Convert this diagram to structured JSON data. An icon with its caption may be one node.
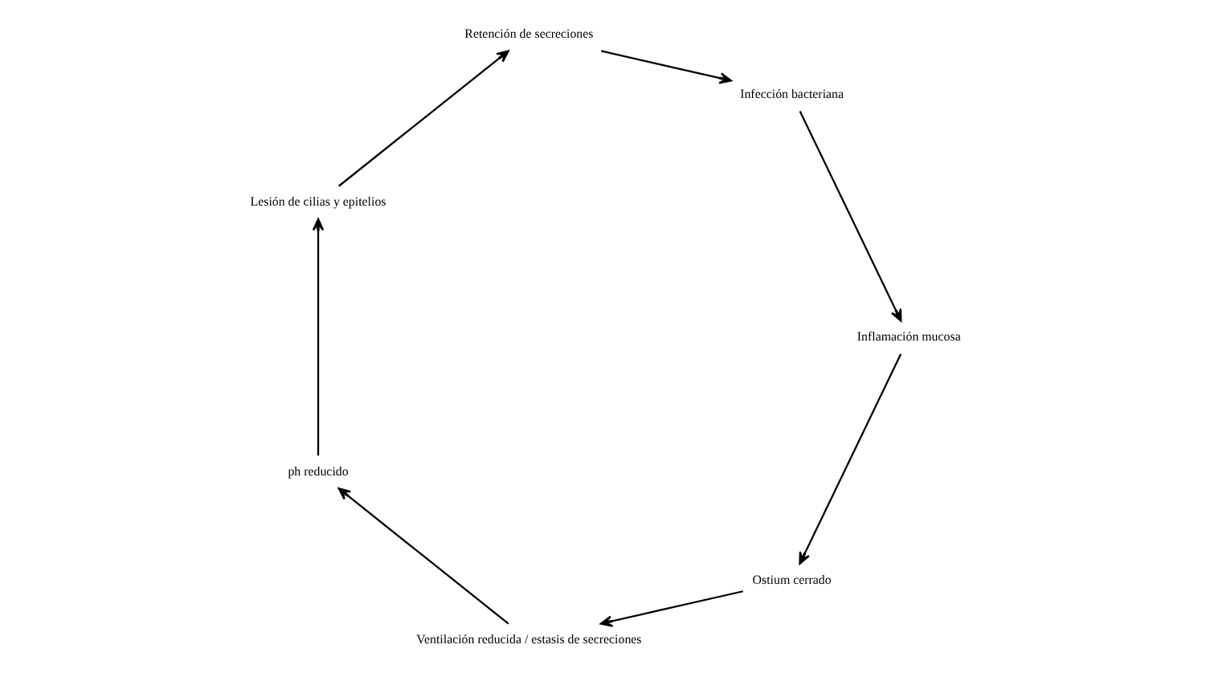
{
  "diagram": {
    "nodes": [
      {
        "text": [
          "Ostium cerrado"
        ]
      },
      {
        "text": [
          "Ventilación reducida / estasis de secreciones"
        ]
      },
      {
        "text": [
          "ph reducido"
        ]
      },
      {
        "text": [
          "Lesión de cilias y epitelios"
        ]
      },
      {
        "text": [
          "Retención de secreciones"
        ]
      },
      {
        "text": [
          "Infección bacteriana"
        ]
      },
      {
        "text": [
          "Inflamación mucosa"
        ]
      }
    ],
    "edges": [
      {
        "from": 0,
        "to": 1,
        "arrow": "to"
      },
      {
        "from": 1,
        "to": 2,
        "arrow": "to"
      },
      {
        "from": 2,
        "to": 3,
        "arrow": "to"
      },
      {
        "from": 3,
        "to": 4,
        "arrow": "to"
      },
      {
        "from": 4,
        "to": 5,
        "arrow": "to"
      },
      {
        "from": 5,
        "to": 6,
        "arrow": "to"
      },
      {
        "from": 6,
        "to": 0,
        "arrow": "to"
      }
    ]
  }
}
